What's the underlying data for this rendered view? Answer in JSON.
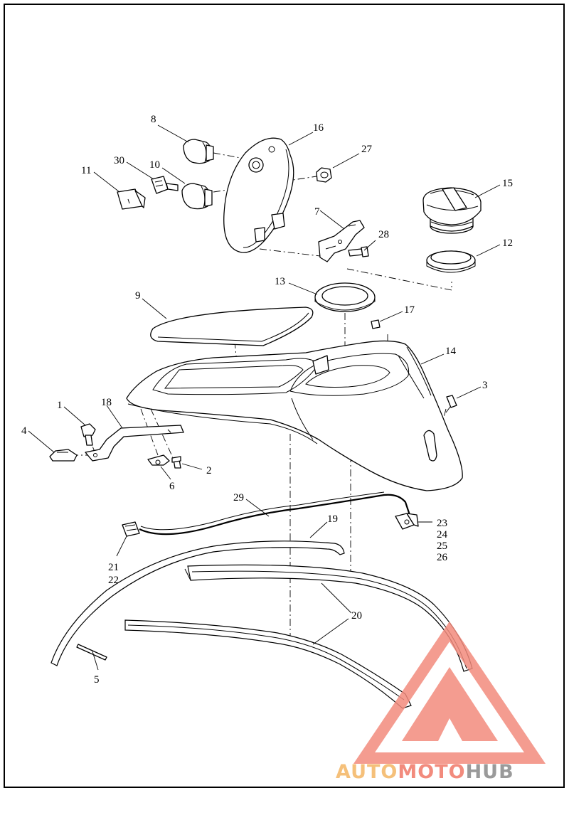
{
  "callouts": {
    "c1": "1",
    "c2": "2",
    "c3": "3",
    "c4": "4",
    "c5": "5",
    "c6": "6",
    "c7": "7",
    "c8": "8",
    "c9": "9",
    "c10": "10",
    "c11": "11",
    "c12": "12",
    "c13": "13",
    "c14": "14",
    "c15": "15",
    "c16": "16",
    "c17": "17",
    "c18": "18",
    "c19": "19",
    "c20": "20",
    "c21": "21",
    "c22": "22",
    "c23": "23",
    "c24": "24",
    "c25": "25",
    "c26": "26",
    "c27": "27",
    "c28": "28",
    "c29": "29",
    "c30": "30"
  },
  "watermark": {
    "part1": "AUTO",
    "part2": "MOTO",
    "part3": "HUB",
    "color_primary": "#f28b7d",
    "color_secondary": "#f5c07a",
    "color_tertiary": "#9a9a9a"
  }
}
